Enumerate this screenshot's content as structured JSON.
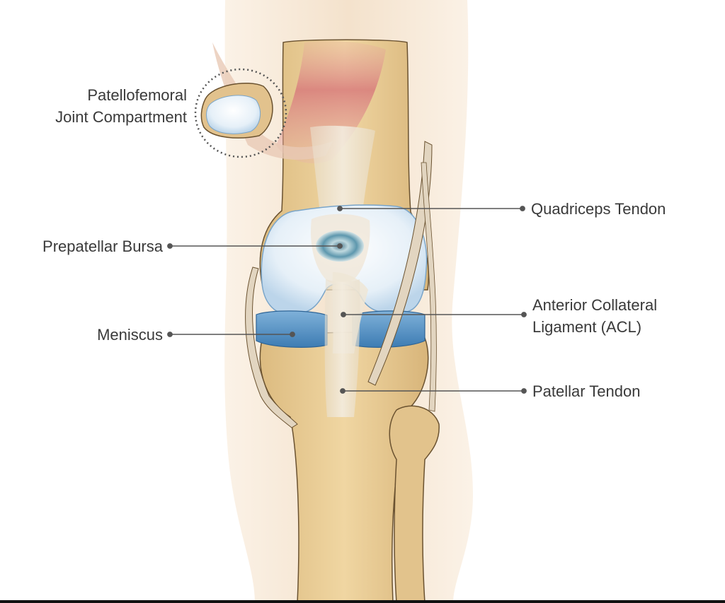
{
  "labels": {
    "patellofemoral": [
      "Patellofemoral",
      "Joint Compartment"
    ],
    "quadriceps": "Quadriceps Tendon",
    "prepatellar": "Prepatellar Bursa",
    "acl": [
      "Anterior Collateral",
      "Ligament (ACL)"
    ],
    "meniscus": "Meniscus",
    "patellar": "Patellar Tendon"
  },
  "colors": {
    "skin": "#f6e5d2",
    "bone": "#e6c890",
    "bone_shade": "#d6b074",
    "cartilage": "#dbeaf5",
    "meniscus": "#4f8fc4",
    "tendon": "#e8dfcf",
    "muscle": "#d98080",
    "leader": "#555555"
  }
}
